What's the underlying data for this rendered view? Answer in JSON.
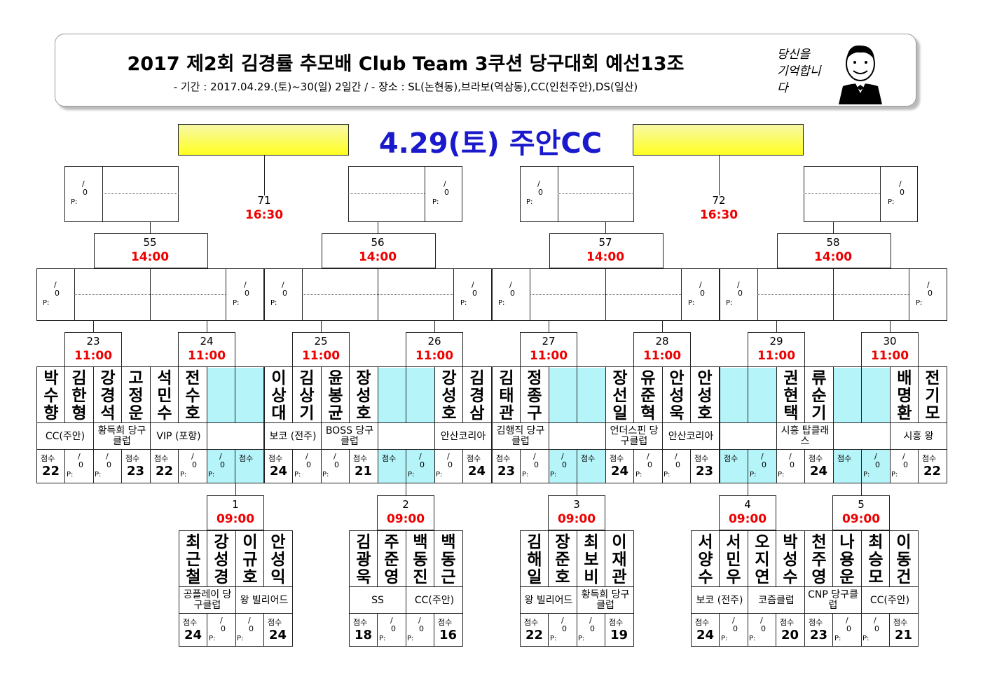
{
  "header": {
    "title": "2017 제2회 김경률 추모배 Club Team 3쿠션 당구대회 예선13조",
    "subtitle": "- 기간 : 2017.04.29.(토)~30(일) 2일간 / - 장소 : SL(논현동),브라보(역삼동),CC(인천주안),DS(일산)",
    "logo_line1": "당신을",
    "logo_line2": "기억합니다"
  },
  "venue_title": "4.29(토) 주안CC",
  "labels": {
    "score": "점수",
    "slash": "/",
    "zero": "0",
    "p": "P:"
  },
  "top_matches": [
    {
      "num": "71",
      "time": "16:30"
    },
    {
      "num": "72",
      "time": "16:30"
    }
  ],
  "quarter_matches": [
    {
      "num": "55",
      "time": "14:00"
    },
    {
      "num": "56",
      "time": "14:00"
    },
    {
      "num": "57",
      "time": "14:00"
    },
    {
      "num": "58",
      "time": "14:00"
    }
  ],
  "r2_matches": [
    {
      "num": "23",
      "time": "11:00"
    },
    {
      "num": "24",
      "time": "11:00"
    },
    {
      "num": "25",
      "time": "11:00"
    },
    {
      "num": "26",
      "time": "11:00"
    },
    {
      "num": "27",
      "time": "11:00"
    },
    {
      "num": "28",
      "time": "11:00"
    },
    {
      "num": "29",
      "time": "11:00"
    },
    {
      "num": "30",
      "time": "11:00"
    }
  ],
  "r2_teams": [
    {
      "p1": "박수향",
      "p2": "김한형",
      "club": "CC(주안)",
      "score": "22"
    },
    {
      "p1": "강경석",
      "p2": "고정운",
      "club": "황득희 당구클럽",
      "score": "23"
    },
    {
      "p1": "석민수",
      "p2": "전수호",
      "club": "VIP (포항)",
      "score": "22"
    },
    {
      "p1": "",
      "p2": "",
      "club": "",
      "score": ""
    },
    {
      "p1": "이상대",
      "p2": "김상기",
      "club": "보코 (전주)",
      "score": "24"
    },
    {
      "p1": "윤봉균",
      "p2": "장성호",
      "club": "BOSS 당구클럽",
      "score": "21"
    },
    {
      "p1": "",
      "p2": "",
      "club": "",
      "score": ""
    },
    {
      "p1": "강성호",
      "p2": "김경삼",
      "club": "안산코리아",
      "score": "24"
    },
    {
      "p1": "김태관",
      "p2": "정종구",
      "club": "김행직 당구클럽",
      "score": "23"
    },
    {
      "p1": "",
      "p2": "",
      "club": "",
      "score": ""
    },
    {
      "p1": "장선일",
      "p2": "유준혁",
      "club": "언더스핀 당구클럽",
      "score": "24"
    },
    {
      "p1": "안성욱",
      "p2": "안성호",
      "club": "안산코리아",
      "score": "23"
    },
    {
      "p1": "",
      "p2": "",
      "club": "",
      "score": ""
    },
    {
      "p1": "권현택",
      "p2": "류순기",
      "club": "시흥 탑클래스",
      "score": "24"
    },
    {
      "p1": "",
      "p2": "",
      "club": "",
      "score": ""
    },
    {
      "p1": "배명환",
      "p2": "전기모",
      "club": "시흥 왕",
      "score": "22"
    }
  ],
  "r1_matches": [
    {
      "num": "1",
      "time": "09:00"
    },
    {
      "num": "2",
      "time": "09:00"
    },
    {
      "num": "3",
      "time": "09:00"
    },
    {
      "num": "4",
      "time": "09:00"
    },
    {
      "num": "5",
      "time": "09:00"
    }
  ],
  "r1_teams": [
    {
      "p1": "최근철",
      "p2": "강성경",
      "club": "공플레이 당구클럽",
      "score": "24"
    },
    {
      "p1": "이규호",
      "p2": "안성익",
      "club": "왕 빌리어드",
      "score": "24"
    },
    {
      "p1": "김광욱",
      "p2": "주준영",
      "club": "SS",
      "score": "18"
    },
    {
      "p1": "백동진",
      "p2": "백동근",
      "club": "CC(주안)",
      "score": "16"
    },
    {
      "p1": "김해일",
      "p2": "장준호",
      "club": "왕 빌리어드",
      "score": "22"
    },
    {
      "p1": "최보비",
      "p2": "이재관",
      "club": "황득희 당구클럽",
      "score": "19"
    },
    {
      "p1": "서양수",
      "p2": "서민우",
      "club": "보코 (전주)",
      "score": "24"
    },
    {
      "p1": "오지연",
      "p2": "박성수",
      "club": "코즘클럽",
      "score": "20"
    },
    {
      "p1": "천주영",
      "p2": "나용운",
      "club": "CNP 당구클럽",
      "score": "23"
    },
    {
      "p1": "최승모",
      "p2": "이동건",
      "club": "CC(주안)",
      "score": "21"
    }
  ]
}
